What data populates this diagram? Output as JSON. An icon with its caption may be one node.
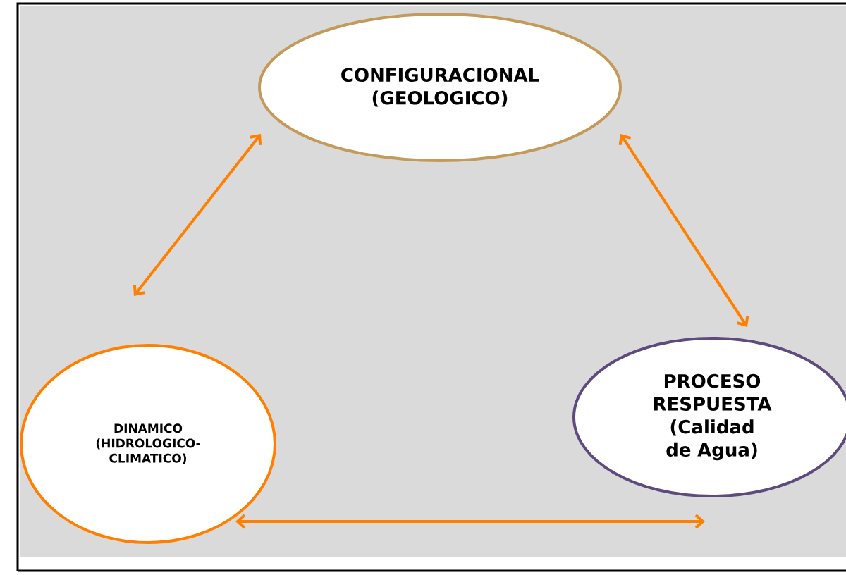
{
  "diagram": {
    "nodes": [
      {
        "text": [
          "CONFIGURACIONAL (GEOLOGICO)"
        ]
      },
      {
        "text": [
          "DINAMICO (HIDROLOGICO-CLIMATICO)"
        ]
      },
      {
        "text": [
          "PROCESO RESPUESTA (Calidad de Agua)"
        ]
      }
    ],
    "edges": [
      {
        "from": 1,
        "to": 0,
        "arrow": "both"
      },
      {
        "from": 0,
        "to": 2,
        "arrow": "both"
      },
      {
        "from": 1,
        "to": 2,
        "arrow": "both"
      }
    ]
  }
}
